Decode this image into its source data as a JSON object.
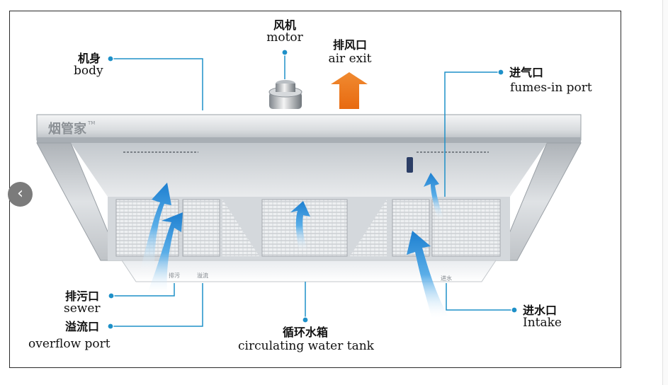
{
  "brand": "烟管家",
  "brand_mark": "TM",
  "nozzle_labels": {
    "sewer": "排污",
    "overflow": "溢流",
    "intake": "进水"
  },
  "labels": {
    "motor_zh": "风机",
    "motor_en": "motor",
    "air_exit_zh": "排风口",
    "air_exit_en": "air exit",
    "body_zh": "机身",
    "body_en": "body",
    "fumes_zh": "进气口",
    "fumes_en": "fumes-in port",
    "sewer_zh": "排污口",
    "sewer_en": "sewer",
    "overflow_zh": "溢流口",
    "overflow_en": "overflow port",
    "tank_zh": "循环水箱",
    "tank_en": "circulating water tank",
    "intake_zh": "进水口",
    "intake_en": "Intake"
  },
  "carousel": {
    "prev_glyph": "‹"
  },
  "colors": {
    "leader": "#1e90c8",
    "air_exit_arrow": "#f07a20",
    "airflow_arrow": "#2f8fd6",
    "steel": "#c7ccd1"
  }
}
